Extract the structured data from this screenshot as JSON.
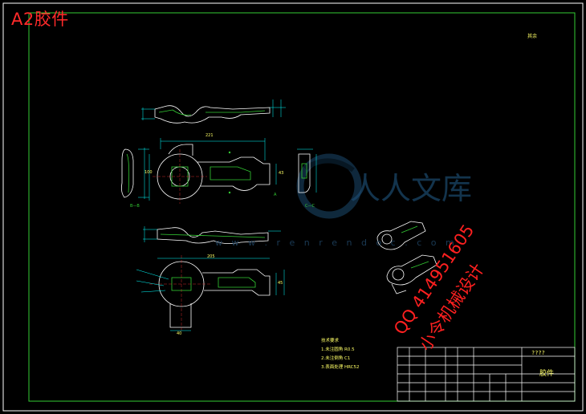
{
  "drawing": {
    "title": "A2胶件",
    "scale_note": "其余"
  },
  "watermark": {
    "site_name": "人人文库",
    "url": "w w w . r e n r e n d o c . c o m"
  },
  "contact": {
    "line1": "QQ 414951605",
    "line2": "小令机械设计"
  },
  "tech_notes": [
    "技术要求",
    "1.未注圆角 R0.5",
    "2.未注倒角 C1",
    "3.表面处理 HRC52"
  ],
  "title_block": {
    "part_name": "胶件",
    "drawing_no": "????"
  },
  "views": {
    "section_label_left": "B—B",
    "section_label_right": "C—C",
    "marker_a": "A"
  },
  "dimensions": {
    "length_top": "221",
    "length_bottom": "205",
    "height_main": "100",
    "height_side": "43",
    "width_bottom": "40",
    "height_right": "45"
  }
}
